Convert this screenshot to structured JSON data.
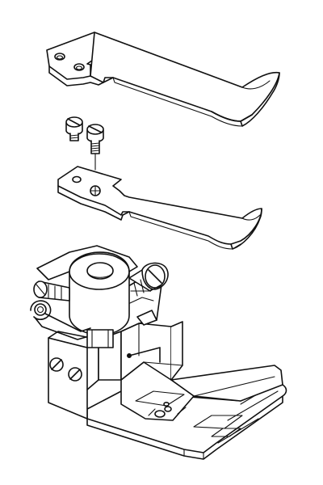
{
  "figure": {
    "colors": {
      "line": "#111111",
      "background": "#ffffff"
    },
    "parts": [
      "guide-plate-upper",
      "mounting-screws",
      "guide-plate-lower",
      "presser-foot-assembly"
    ]
  }
}
